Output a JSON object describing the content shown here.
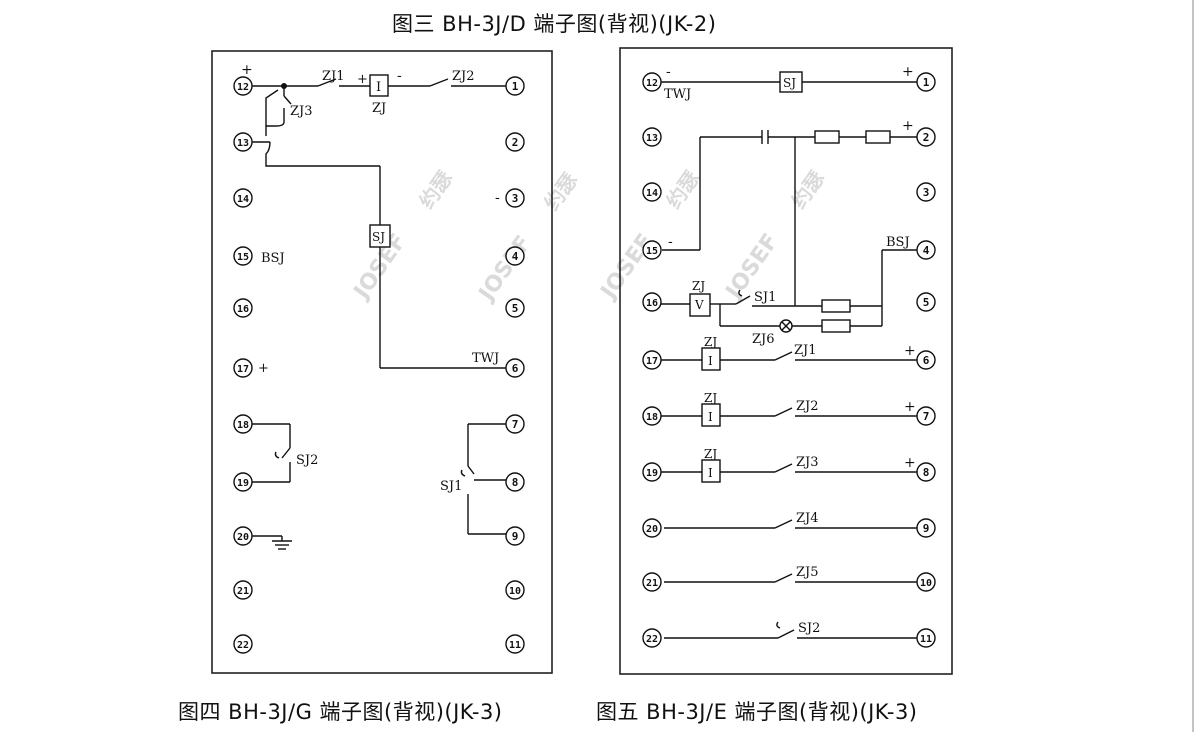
{
  "captions": {
    "top": "图三  BH-3J/D 端子图(背视)(JK-2)",
    "bottom_left": "图四  BH-3J/G 端子图(背视)(JK-3)",
    "bottom_right": "图五 BH-3J/E 端子图(背视)(JK-3)"
  },
  "watermark": {
    "brand": "JOSEF",
    "cn": "约瑟"
  },
  "left_panel": {
    "terminals_left": [
      "12",
      "13",
      "14",
      "15",
      "16",
      "17",
      "18",
      "19",
      "20",
      "21",
      "22"
    ],
    "terminals_right": [
      "1",
      "2",
      "3",
      "4",
      "5",
      "6",
      "7",
      "8",
      "9",
      "10",
      "11"
    ],
    "labels": {
      "plus_top": "+",
      "zj1": "ZJ1",
      "zj_plus": "+",
      "zj_box": "I",
      "zj_name": "ZJ",
      "zj_minus": "-",
      "zj2": "ZJ2",
      "zj3": "ZJ3",
      "sj_box": "SJ",
      "bsj": "BSJ",
      "plus17": "+",
      "twj": "TWJ",
      "sj2": "SJ2",
      "sj1": "SJ1",
      "minus3": "-"
    }
  },
  "right_panel": {
    "terminals_left": [
      "12",
      "13",
      "14",
      "15",
      "16",
      "17",
      "18",
      "19",
      "20",
      "21",
      "22"
    ],
    "terminals_right": [
      "1",
      "2",
      "3",
      "4",
      "5",
      "6",
      "7",
      "8",
      "9",
      "10",
      "11"
    ],
    "labels": {
      "minus12": "-",
      "twj": "TWJ",
      "sj_box": "SJ",
      "plus1": "+",
      "plus2": "+",
      "minus15": "-",
      "bsj": "BSJ",
      "zj_v": "ZJ",
      "v_box": "V",
      "sj1": "SJ1",
      "zj6": "ZJ6",
      "zj17": "ZJ",
      "i17": "I",
      "zj1": "ZJ1",
      "plus6": "+",
      "zj18": "ZJ",
      "i18": "I",
      "zj2": "ZJ2",
      "plus7": "+",
      "zj19": "ZJ",
      "i19": "I",
      "zj3": "ZJ3",
      "plus8": "+",
      "zj4": "ZJ4",
      "zj5": "ZJ5",
      "sj2": "SJ2"
    }
  }
}
